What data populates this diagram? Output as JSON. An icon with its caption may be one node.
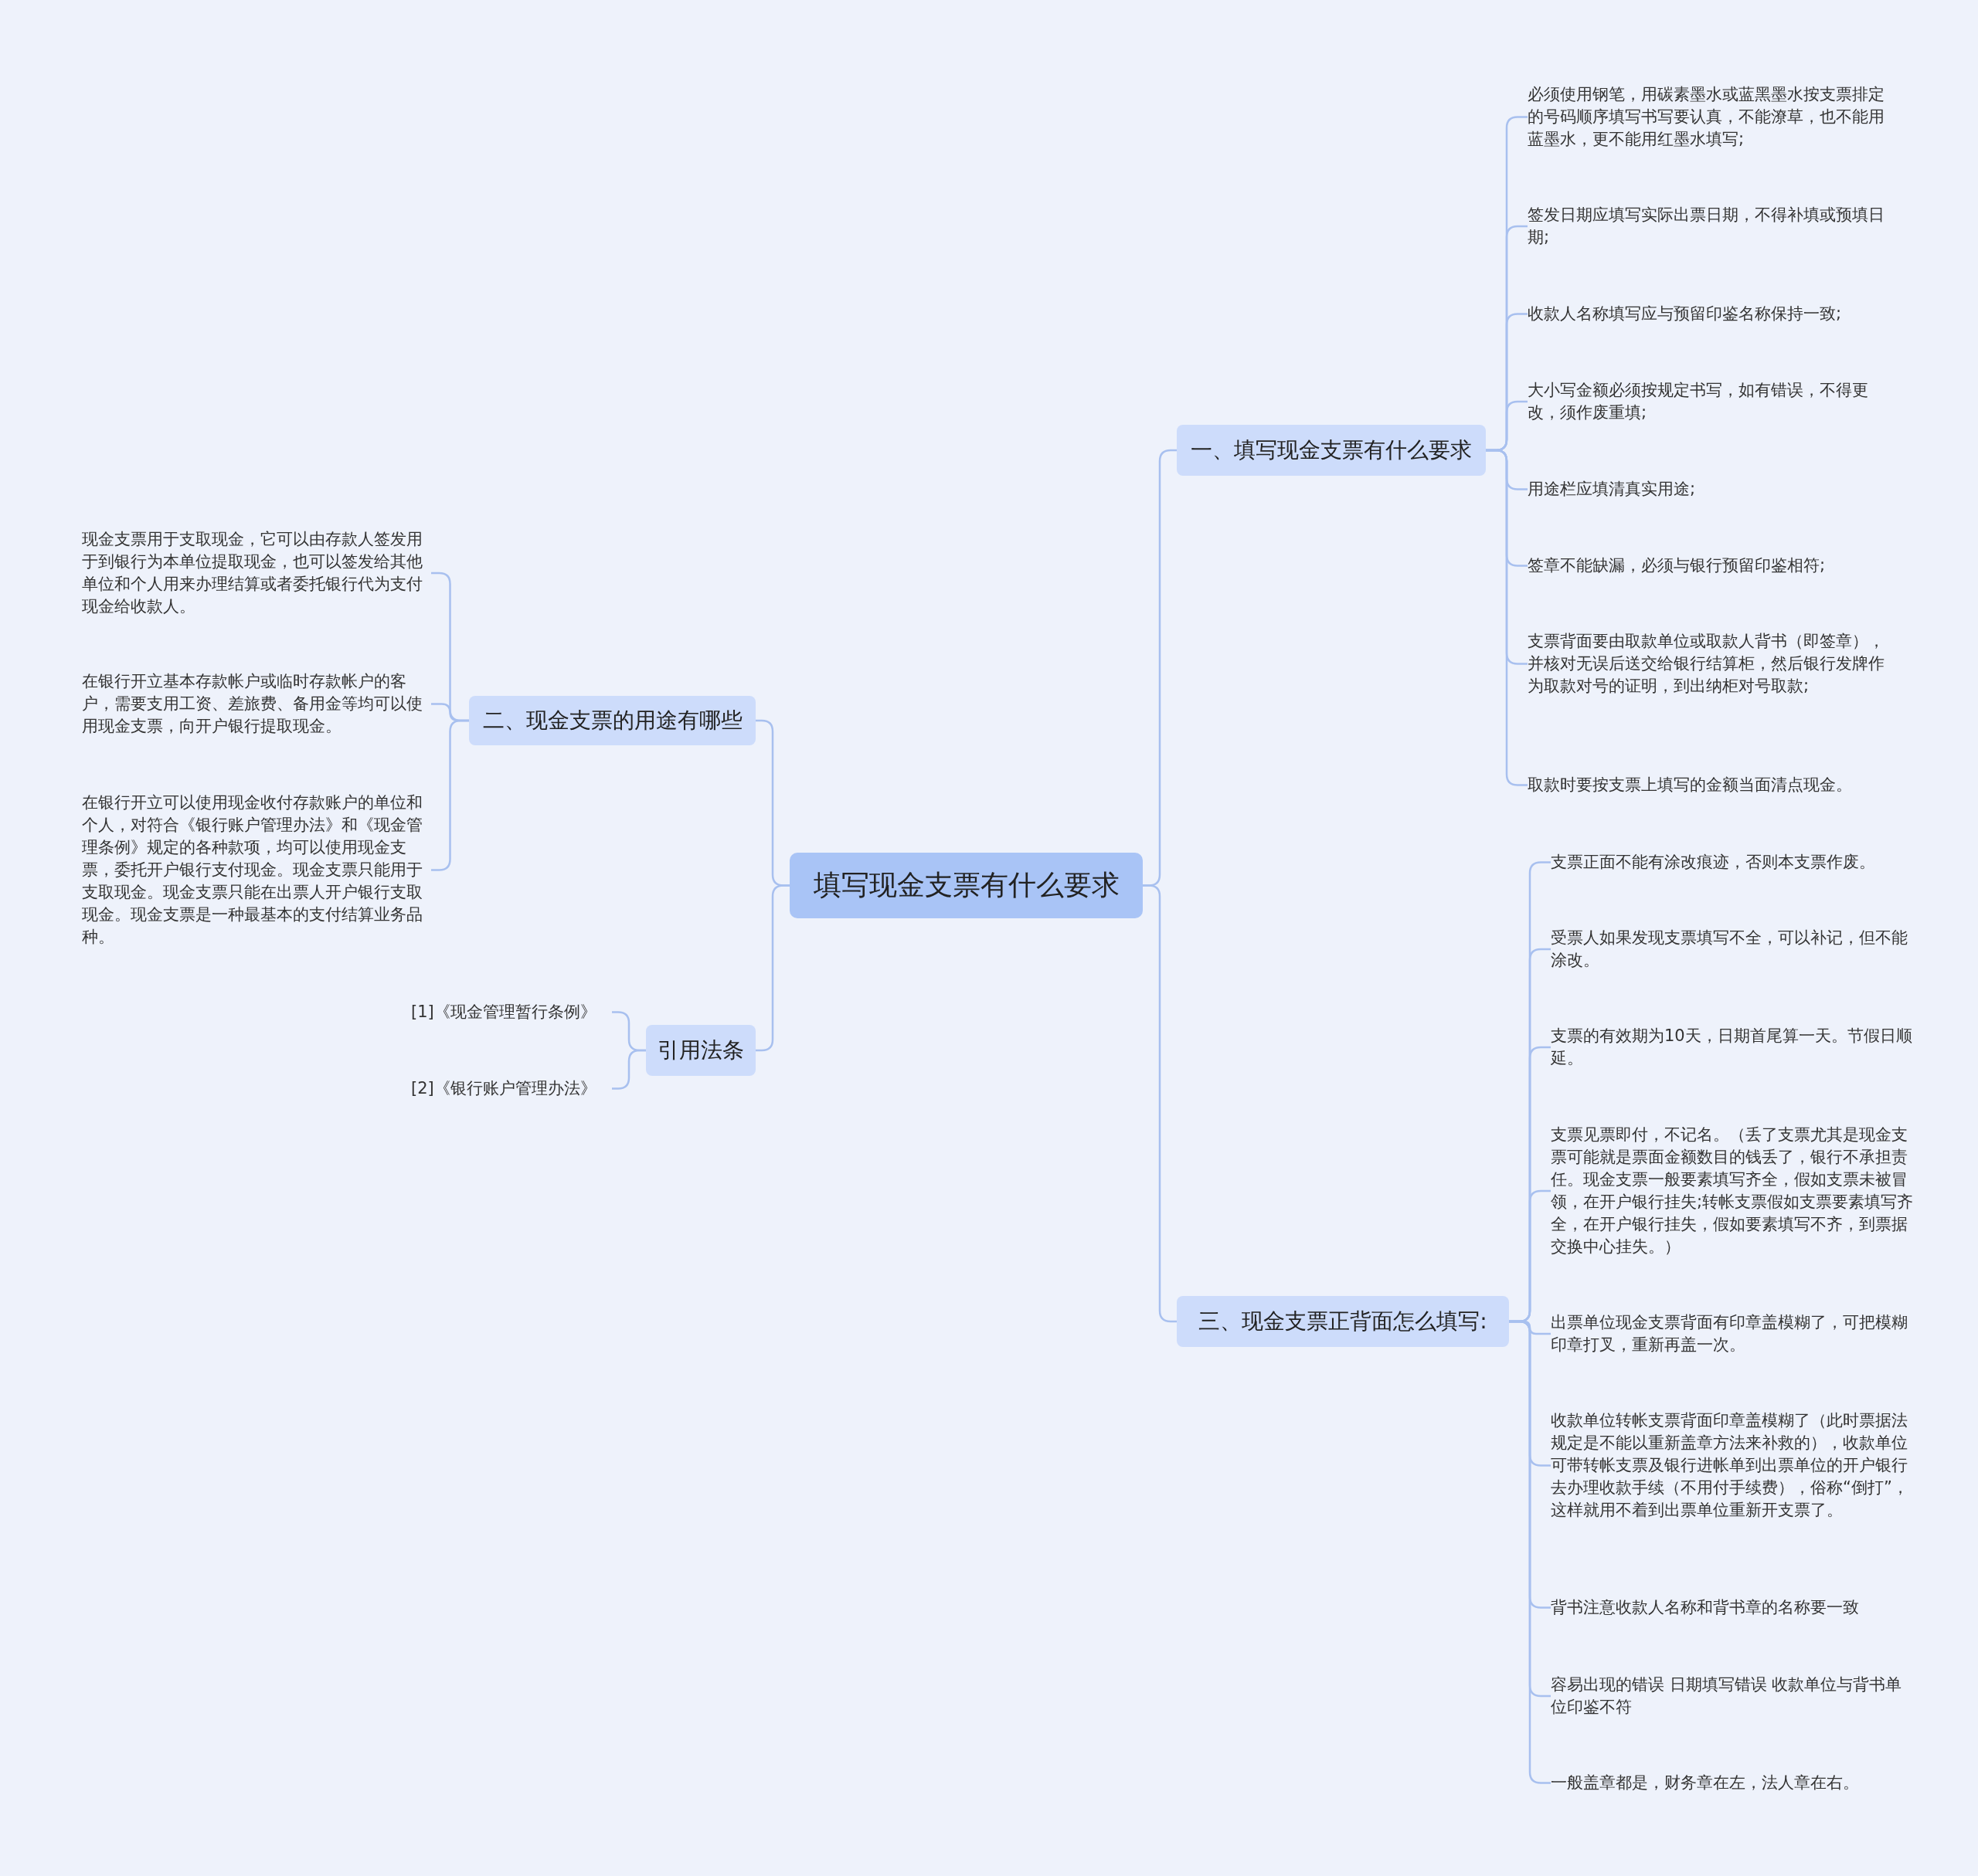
{
  "diagram": {
    "nodes": [
      {
        "text": [
          "填写现金支票有什么要求"
        ]
      },
      {
        "text": [
          "一、填写现金支票有什么要求"
        ]
      },
      {
        "text": [
          "必须使用钢笔，用碳素墨水或蓝黑墨水按支票排定的号码顺序填写书写要认真，不能潦草，也不能用蓝墨水，更不能用红墨水填写;"
        ]
      },
      {
        "text": [
          "签发日期应填写实际出票日期，不得补填或预填日期;"
        ]
      },
      {
        "text": [
          "收款人名称填写应与预留印鉴名称保持一致;"
        ]
      },
      {
        "text": [
          "大小写金额必须按规定书写，如有错误，不得更改，须作废重填;"
        ]
      },
      {
        "text": [
          "用途栏应填清真实用途;"
        ]
      },
      {
        "text": [
          "签章不能缺漏，必须与银行预留印鉴相符;"
        ]
      },
      {
        "text": [
          "支票背面要由取款单位或取款人背书（即签章），并核对无误后送交给银行结算柜，然后银行发牌作为取款对号的证明，到出纳柜对号取款;"
        ]
      },
      {
        "text": [
          "取款时要按支票上填写的金额当面清点现金。"
        ]
      },
      {
        "text": [
          "二、现金支票的用途有哪些"
        ]
      },
      {
        "text": [
          "现金支票用于支取现金，它可以由存款人签发用于到银行为本单位提取现金，也可以签发给其他单位和个人用来办理结算或者委托银行代为支付现金给收款人。"
        ]
      },
      {
        "text": [
          "在银行开立基本存款帐户或临时存款帐户的客户，需要支用工资、差旅费、备用金等均可以使用现金支票，向开户银行提取现金。"
        ]
      },
      {
        "text": [
          "在银行开立可以使用现金收付存款账户的单位和个人，对符合《银行账户管理办法》和《现金管理条例》规定的各种款项，均可以使用现金支票，委托开户银行支付现金。现金支票只能用于支取现金。现金支票只能在出票人开户银行支取现金。现金支票是一种最基本的支付结算业务品种。"
        ]
      },
      {
        "text": [
          "引用法条"
        ]
      },
      {
        "text": [
          "[1]《现金管理暂行条例》"
        ]
      },
      {
        "text": [
          "[2]《银行账户管理办法》"
        ]
      },
      {
        "text": [
          "三、现金支票正背面怎么填写:"
        ]
      },
      {
        "text": [
          "支票正面不能有涂改痕迹，否则本支票作废。"
        ]
      },
      {
        "text": [
          "受票人如果发现支票填写不全，可以补记，但不能涂改。"
        ]
      },
      {
        "text": [
          "支票的有效期为10天，日期首尾算一天。节假日顺延。"
        ]
      },
      {
        "text": [
          "支票见票即付，不记名。（丢了支票尤其是现金支票可能就是票面金额数目的钱丢了，银行不承担责任。现金支票一般要素填写齐全，假如支票未被冒领，在开户银行挂失;转帐支票假如支票要素填写齐全，在开户银行挂失，假如要素填写不齐，到票据交换中心挂失。）"
        ]
      },
      {
        "text": [
          "出票单位现金支票背面有印章盖模糊了，可把模糊印章打叉，重新再盖一次。"
        ]
      },
      {
        "text": [
          "收款单位转帐支票背面印章盖模糊了（此时票据法规定是不能以重新盖章方法来补救的），收款单位可带转帐支票及银行进帐单到出票单位的开户银行去办理收款手续（不用付手续费），俗称“倒打”，这样就用不着到出票单位重新开支票了。"
        ]
      },
      {
        "text": [
          "背书注意收款人名称和背书章的名称要一致"
        ]
      },
      {
        "text": [
          "容易出现的错误 日期填写错误 收款单位与背书单位印鉴不符"
        ]
      },
      {
        "text": [
          "一般盖章都是，财务章在左，法人章在右。"
        ]
      }
    ],
    "edges": [
      {
        "from": 0,
        "to": 1,
        "arrow": "none"
      },
      {
        "from": 1,
        "to": 2,
        "arrow": "none"
      },
      {
        "from": 1,
        "to": 3,
        "arrow": "none"
      },
      {
        "from": 1,
        "to": 4,
        "arrow": "none"
      },
      {
        "from": 1,
        "to": 5,
        "arrow": "none"
      },
      {
        "from": 1,
        "to": 6,
        "arrow": "none"
      },
      {
        "from": 1,
        "to": 7,
        "arrow": "none"
      },
      {
        "from": 1,
        "to": 8,
        "arrow": "none"
      },
      {
        "from": 1,
        "to": 9,
        "arrow": "none"
      },
      {
        "from": 0,
        "to": 10,
        "arrow": "none"
      },
      {
        "from": 10,
        "to": 11,
        "arrow": "none"
      },
      {
        "from": 10,
        "to": 12,
        "arrow": "none"
      },
      {
        "from": 10,
        "to": 13,
        "arrow": "none"
      },
      {
        "from": 0,
        "to": 14,
        "arrow": "none"
      },
      {
        "from": 14,
        "to": 15,
        "arrow": "none"
      },
      {
        "from": 14,
        "to": 16,
        "arrow": "none"
      },
      {
        "from": 0,
        "to": 17,
        "arrow": "none"
      },
      {
        "from": 17,
        "to": 18,
        "arrow": "none"
      },
      {
        "from": 17,
        "to": 19,
        "arrow": "none"
      },
      {
        "from": 17,
        "to": 20,
        "arrow": "none"
      },
      {
        "from": 17,
        "to": 21,
        "arrow": "none"
      },
      {
        "from": 17,
        "to": 22,
        "arrow": "none"
      },
      {
        "from": 17,
        "to": 23,
        "arrow": "none"
      },
      {
        "from": 17,
        "to": 24,
        "arrow": "none"
      },
      {
        "from": 17,
        "to": 25,
        "arrow": "none"
      },
      {
        "from": 17,
        "to": 26,
        "arrow": "none"
      }
    ]
  }
}
